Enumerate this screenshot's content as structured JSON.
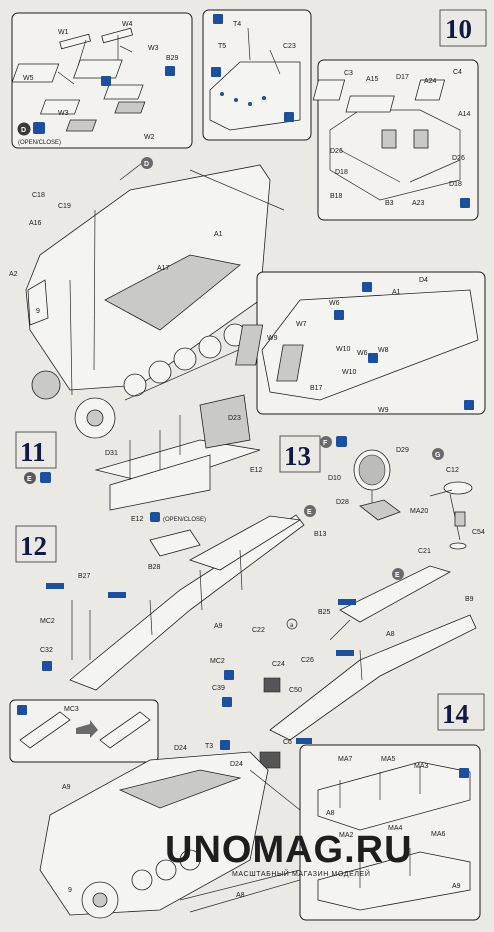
{
  "steps": {
    "s10": "10",
    "s11": "11",
    "s12": "12",
    "s13": "13",
    "s14": "14"
  },
  "notes": {
    "open_close": "(OPEN/CLOSE)",
    "open_close_e12": "(OPEN/CLOSE)"
  },
  "markers": {
    "d": "D",
    "e": "E",
    "f": "F",
    "g": "G",
    "e_small": "E",
    "a_small": "a",
    "e_frame": "E"
  },
  "labels": {
    "w1": "W1",
    "w4": "W4",
    "w3a": "W3",
    "b29": "B29",
    "w5": "W5",
    "w3b": "W3",
    "w2": "W2",
    "t4": "T4",
    "t5": "T5",
    "c23": "C23",
    "c3": "C3",
    "a15": "A15",
    "d17": "D17",
    "a24": "A24",
    "c4": "C4",
    "a14": "A14",
    "d26a": "D26",
    "d26b": "D26",
    "d18a": "D18",
    "d18b": "D18",
    "b18": "B18",
    "b3": "B3",
    "a23": "A23",
    "d_body": "D",
    "c18": "C18",
    "c19": "C19",
    "a16": "A16",
    "a2": "A2",
    "a17": "A17",
    "a1": "A1",
    "d4": "D4",
    "a1b": "A1",
    "w6a": "W6",
    "w7": "W7",
    "w9a": "W9",
    "w10a": "W10",
    "w6b": "W6",
    "w8": "W8",
    "w10b": "W10",
    "b17": "B17",
    "w9b": "W9",
    "d31": "D31",
    "d23": "D23",
    "e12": "E12",
    "d29": "D29",
    "d10": "D10",
    "d28": "D28",
    "c12": "C12",
    "ma20": "MA20",
    "c54": "C54",
    "c21": "C21",
    "e12b": "E12",
    "b13": "B13",
    "b27": "B27",
    "b28": "B28",
    "mc2a": "MC2",
    "c32": "C32",
    "a9": "A9",
    "c22": "C22",
    "b25": "B25",
    "a8": "A8",
    "b9": "B9",
    "mc2b": "MC2",
    "c39": "C39",
    "c24": "C24",
    "c26": "C26",
    "c50": "C50",
    "mc3": "MC3",
    "c6": "C6",
    "d24a": "D24",
    "t3": "T3",
    "d24b": "D24",
    "a9b": "A9",
    "a8b": "A8",
    "ma7": "MA7",
    "ma5": "MA5",
    "ma3": "MA3",
    "a8c": "A8",
    "ma2": "MA2",
    "ma4": "MA4",
    "ma6": "MA6",
    "a9c": "A9",
    "nine_a": "9",
    "nine_b": "9"
  },
  "watermark": {
    "title": "UNOMAG.RU",
    "subtitle": "МАСШТАБНЫЙ МАГАЗИН МОДЕЛЕЙ"
  },
  "colors": {
    "accent_blue": "#1b4fa0",
    "title_navy": "#101a44",
    "paper": "#eae9e4"
  }
}
